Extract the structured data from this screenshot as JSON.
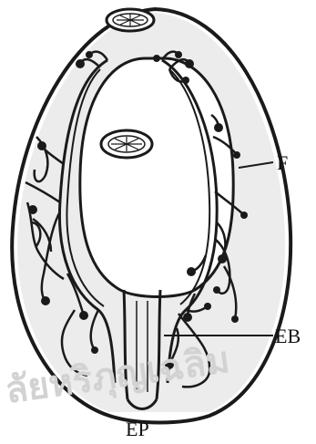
{
  "labels": {
    "f": "F",
    "eb": "EB",
    "ep": "EP"
  },
  "watermark_text": "ลัยหริภุญเฉลิม"
}
